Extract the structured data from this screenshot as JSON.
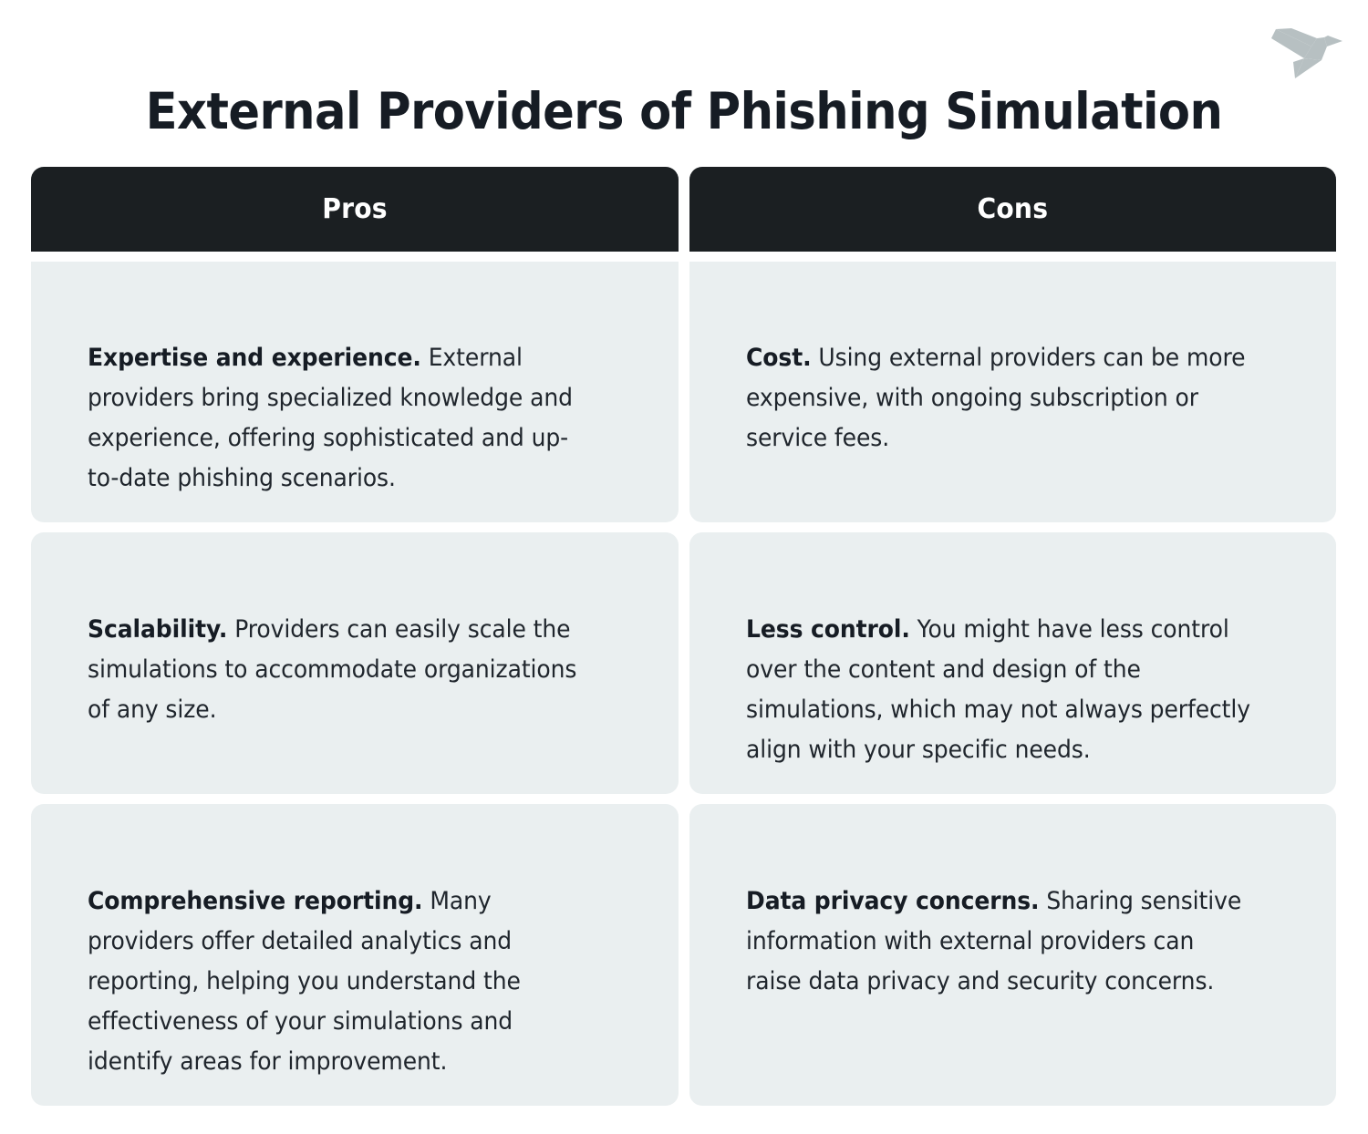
{
  "page": {
    "title": "External Providers of Phishing Simulation",
    "background_color": "#ffffff",
    "title_color": "#161c24",
    "header_color": "#1b1f22",
    "cell_color": "#eaeff0",
    "body_text_color": "#1f252c",
    "logo_color": "#b7c0c2",
    "logo_name": "origami-bird-logo"
  },
  "table": {
    "columns": [
      {
        "label": "Pros"
      },
      {
        "label": "Cons"
      }
    ],
    "rows": [
      {
        "pros": {
          "lead": "Expertise and experience.",
          "body": "External providers bring specialized knowledge and experience, offering sophisticated and up-to-date phishing scenarios."
        },
        "cons": {
          "lead": "Cost.",
          "body": "Using external providers can be more expensive, with ongoing subscription or service fees."
        }
      },
      {
        "pros": {
          "lead": "Scalability.",
          "body": "Providers can easily scale the simulations to accommodate organizations of any size."
        },
        "cons": {
          "lead": "Less control.",
          "body": "You might have less control over the content and design of the simulations, which may not always perfectly align with your specific needs."
        }
      },
      {
        "pros": {
          "lead": "Comprehensive reporting.",
          "body": "Many providers offer detailed analytics and reporting, helping you understand the effectiveness of your simulations and identify areas for improvement."
        },
        "cons": {
          "lead": "Data privacy concerns.",
          "body": "Sharing sensitive information with external providers can raise data privacy and security concerns."
        }
      }
    ]
  }
}
